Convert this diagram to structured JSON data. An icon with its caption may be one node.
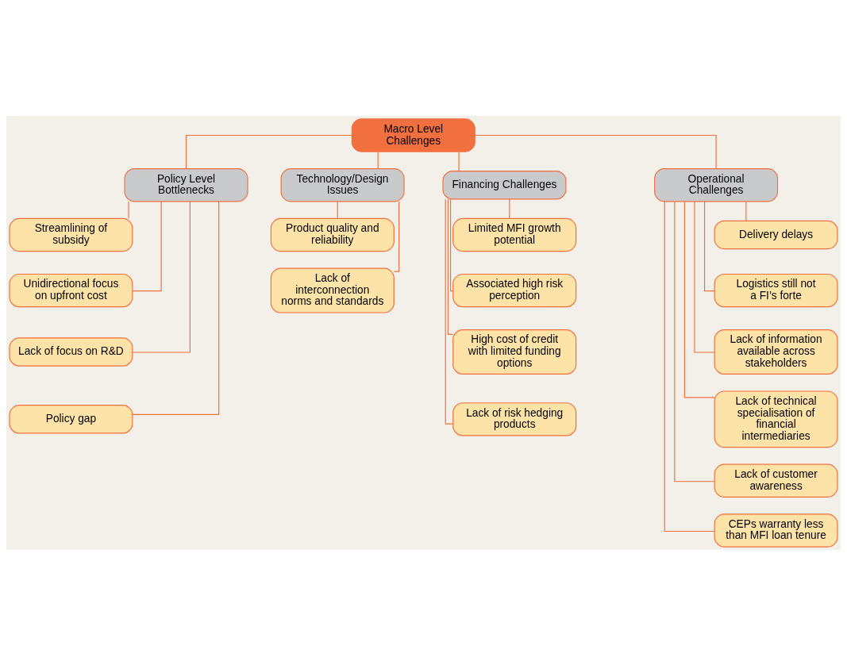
{
  "diagram": {
    "nodes": [
      {
        "text": [
          "Macro Level Challenges"
        ]
      },
      {
        "text": [
          "Policy Level Bottlenecks"
        ]
      },
      {
        "text": [
          "Technology/Design Issues"
        ]
      },
      {
        "text": [
          "Financing Challenges"
        ]
      },
      {
        "text": [
          "Operational Challenges"
        ]
      },
      {
        "text": [
          "Streamlining of subsidy"
        ]
      },
      {
        "text": [
          "Unidirectional focus on upfront cost"
        ]
      },
      {
        "text": [
          "Lack of focus on R&D"
        ]
      },
      {
        "text": [
          "Policy gap"
        ]
      },
      {
        "text": [
          "Product quality and reliability"
        ]
      },
      {
        "text": [
          "Lack of interconnection norms and standards"
        ]
      },
      {
        "text": [
          "Limited MFI growth potential"
        ]
      },
      {
        "text": [
          "Associated high risk perception"
        ]
      },
      {
        "text": [
          "High cost of credit with limited funding options"
        ]
      },
      {
        "text": [
          "Lack of risk hedging products"
        ]
      },
      {
        "text": [
          "Delivery delays"
        ]
      },
      {
        "text": [
          "Logistics still not a FI’s forte"
        ]
      },
      {
        "text": [
          "Lack of information available across stakeholders"
        ]
      },
      {
        "text": [
          "Lack of technical specialisation of financial intermediaries"
        ]
      },
      {
        "text": [
          "Lack of customer awareness"
        ]
      },
      {
        "text": [
          "CEPs warranty less than MFI loan tenure"
        ]
      }
    ],
    "edges": [
      {
        "from": 0,
        "to": 1,
        "arrow": "none"
      },
      {
        "from": 0,
        "to": 2,
        "arrow": "none"
      },
      {
        "from": 0,
        "to": 3,
        "arrow": "none"
      },
      {
        "from": 0,
        "to": 4,
        "arrow": "none"
      },
      {
        "from": 1,
        "to": 5,
        "arrow": "none"
      },
      {
        "from": 1,
        "to": 6,
        "arrow": "none"
      },
      {
        "from": 1,
        "to": 7,
        "arrow": "none"
      },
      {
        "from": 1,
        "to": 8,
        "arrow": "none"
      },
      {
        "from": 2,
        "to": 9,
        "arrow": "none"
      },
      {
        "from": 2,
        "to": 10,
        "arrow": "none"
      },
      {
        "from": 3,
        "to": 11,
        "arrow": "none"
      },
      {
        "from": 3,
        "to": 12,
        "arrow": "none"
      },
      {
        "from": 3,
        "to": 13,
        "arrow": "none"
      },
      {
        "from": 3,
        "to": 14,
        "arrow": "none"
      },
      {
        "from": 4,
        "to": 15,
        "arrow": "none"
      },
      {
        "from": 4,
        "to": 16,
        "arrow": "none"
      },
      {
        "from": 4,
        "to": 17,
        "arrow": "none"
      },
      {
        "from": 4,
        "to": 18,
        "arrow": "none"
      },
      {
        "from": 4,
        "to": 19,
        "arrow": "none"
      },
      {
        "from": 4,
        "to": 20,
        "arrow": "none"
      }
    ]
  }
}
